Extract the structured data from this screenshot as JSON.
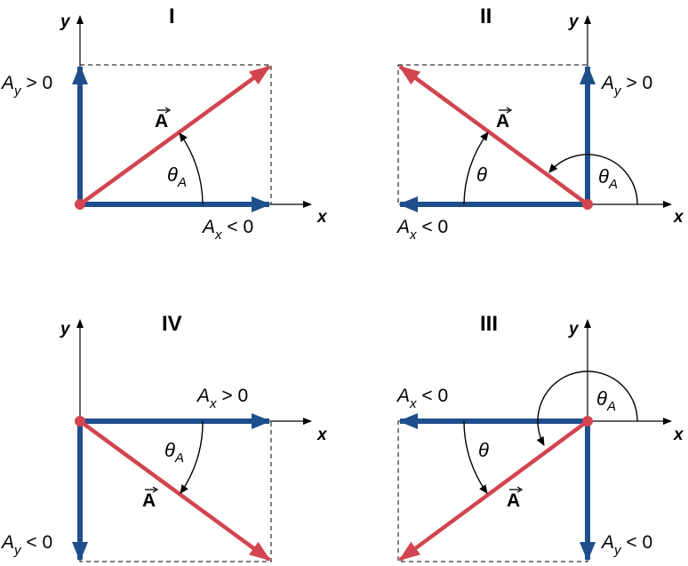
{
  "axis_labels": {
    "x": "x",
    "y": "y"
  },
  "vector_label": "A",
  "colors": {
    "component": "#1f4e8c",
    "vector": "#d2454f",
    "axes": "#000000"
  },
  "quadrants": {
    "I": {
      "title": "I",
      "ax": {
        "sym": "A",
        "sub": "x",
        "rel": " < 0"
      },
      "ay": {
        "sym": "A",
        "sub": "y",
        "rel": " > 0"
      },
      "angle": {
        "sym": "θ",
        "sub": "A"
      }
    },
    "II": {
      "title": "II",
      "ax": {
        "sym": "A",
        "sub": "x",
        "rel": " < 0"
      },
      "ay": {
        "sym": "A",
        "sub": "y",
        "rel": " > 0"
      },
      "angle": {
        "sym": "θ",
        "sub": "A"
      },
      "theta": "θ"
    },
    "III": {
      "title": "III",
      "ax": {
        "sym": "A",
        "sub": "x",
        "rel": " < 0"
      },
      "ay": {
        "sym": "A",
        "sub": "y",
        "rel": " < 0"
      },
      "angle": {
        "sym": "θ",
        "sub": "A"
      },
      "theta": "θ"
    },
    "IV": {
      "title": "IV",
      "ax": {
        "sym": "A",
        "sub": "x",
        "rel": " > 0"
      },
      "ay": {
        "sym": "A",
        "sub": "y",
        "rel": " < 0"
      },
      "angle": {
        "sym": "θ",
        "sub": "A"
      }
    }
  }
}
